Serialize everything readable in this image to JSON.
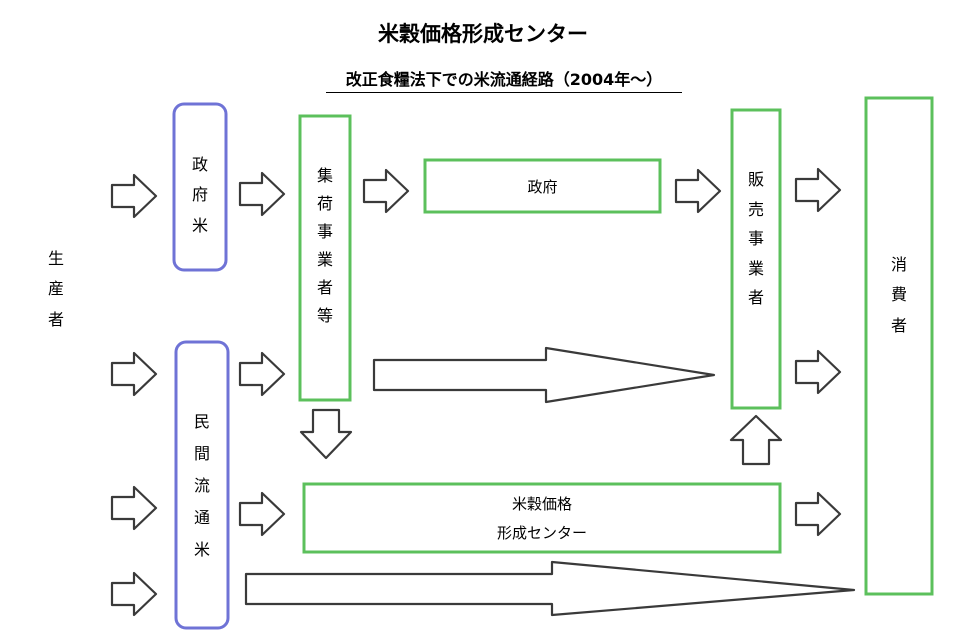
{
  "title": "米穀価格形成センター",
  "subtitle": "改正食糧法下での米流通経路（2004年～）",
  "nodes": {
    "producer": "生産者",
    "gov_rice": "政府米",
    "private_rice": "民間流通米",
    "collector": "集荷事業者等",
    "government": "政府",
    "center_line1": "米穀価格",
    "center_line2": "形成センター",
    "seller": "販売事業者",
    "consumer": "消費者"
  },
  "colors": {
    "blue_box": "#6f73d6",
    "green_box": "#5cc05c",
    "arrow": "#3a3a3a"
  }
}
